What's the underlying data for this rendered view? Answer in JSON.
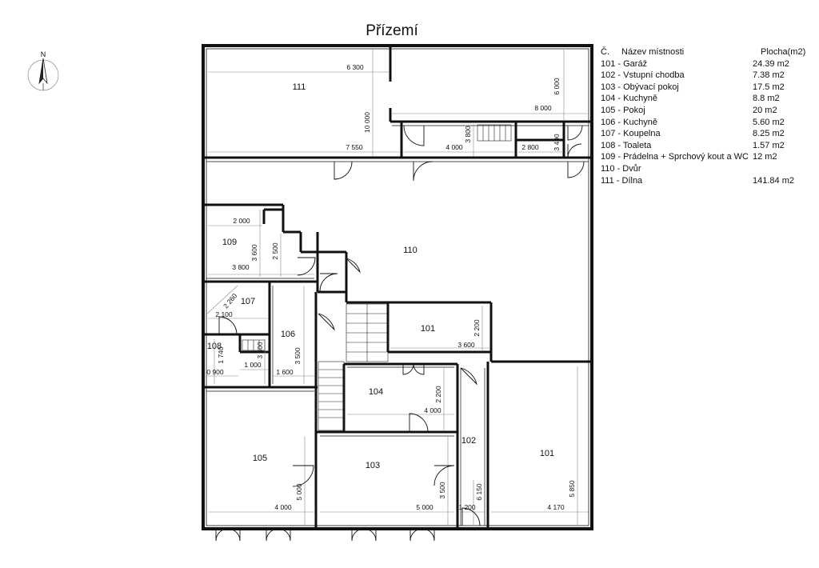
{
  "title": "Přízemí",
  "compass": {
    "label": "N"
  },
  "legend": {
    "headers": {
      "number": "Č.",
      "name": "Název místnosti",
      "area": "Plocha(m2)"
    },
    "rows": [
      {
        "name": "101 - Garáž",
        "area": "24.39 m2"
      },
      {
        "name": "102 - Vstupní chodba",
        "area": "7.38 m2"
      },
      {
        "name": "103 - Obývací pokoj",
        "area": "17.5 m2"
      },
      {
        "name": "104 - Kuchyně",
        "area": "8.8 m2"
      },
      {
        "name": "105 - Pokoj",
        "area": "20 m2"
      },
      {
        "name": "106 - Kuchyně",
        "area": "5.60 m2"
      },
      {
        "name": "107 - Koupelna",
        "area": "8.25 m2"
      },
      {
        "name": "108 - Toaleta",
        "area": "1.57 m2"
      },
      {
        "name": "109 - Prádelna + Sprchový kout a WC",
        "area": "12 m2"
      },
      {
        "name": "110 - Dvůr",
        "area": ""
      },
      {
        "name": "111 - Dílna",
        "area": "141.84 m2"
      }
    ]
  },
  "rooms": {
    "r111": "111",
    "r110": "110",
    "r109": "109",
    "r107": "107",
    "r106": "106",
    "r108": "108",
    "r101a": "101",
    "r104": "104",
    "r102": "102",
    "r101b": "101",
    "r105": "105",
    "r103": "103"
  },
  "dims": {
    "d6300": "6 300",
    "d10000": "10 000",
    "d7550": "7 550",
    "d6000": "6 000",
    "d8000": "8 000",
    "d3800v": "3 800",
    "d4000top": "4 000",
    "d2800": "2 800",
    "d3400": "3 400",
    "d2000": "2 000",
    "d3600": "3 600",
    "d2500": "2 500",
    "d3800h": "3 800",
    "d2260": "2 260",
    "d2100": "2 100",
    "d1740": "1 740",
    "d3500a": "3 500",
    "d1000": "1 000",
    "d3500b": "3 500",
    "d0900": "0 900",
    "d1600": "1 600",
    "d2200a": "2 200",
    "d3600b": "3 600",
    "d2200b": "2 200",
    "d4000mid": "4 000",
    "d5000a": "5 000",
    "d4000b": "4 000",
    "d3500c": "3 500",
    "d5000b": "5 000",
    "d1200": "1 200",
    "d6150": "6 150",
    "d5850": "5 850",
    "d4170": "4 170"
  }
}
